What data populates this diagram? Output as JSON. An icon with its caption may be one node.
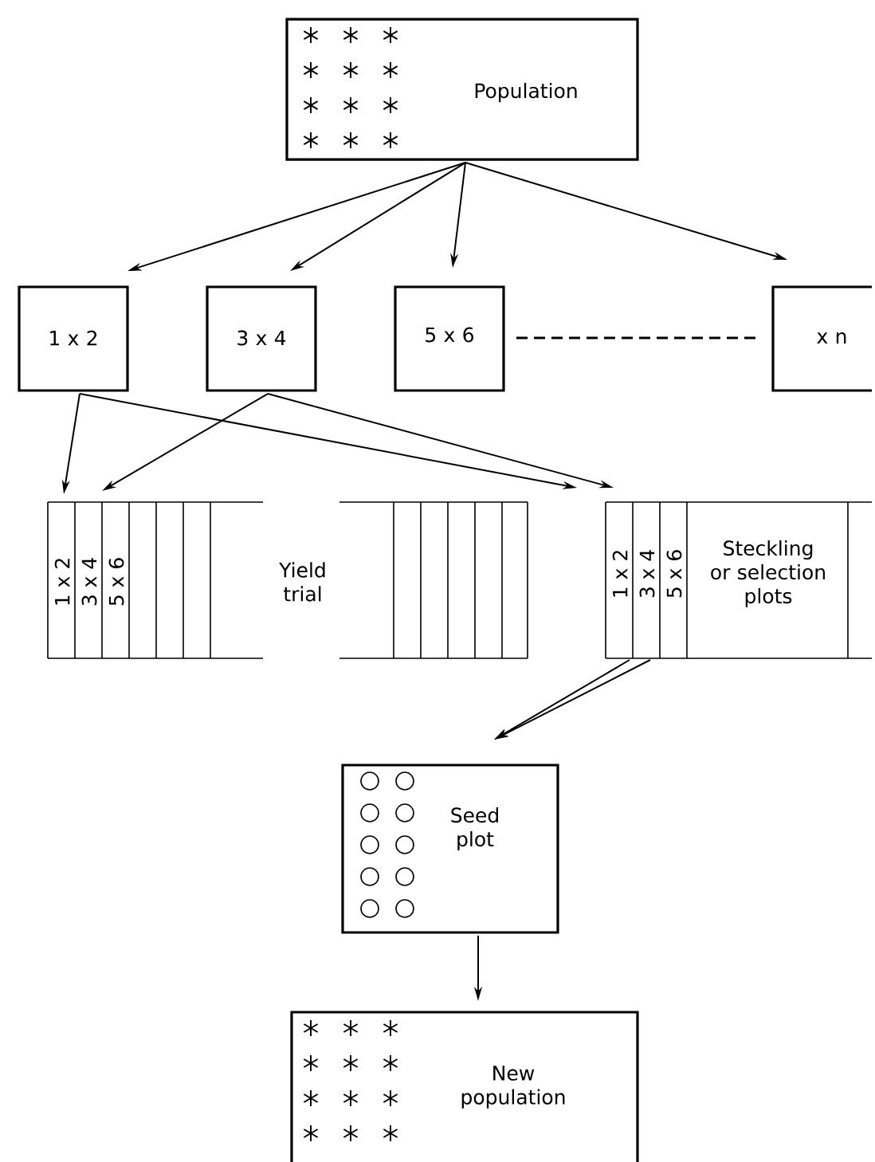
{
  "diagram": {
    "nodes": [
      {
        "text": [
          "Population"
        ]
      },
      {
        "text": [
          "1 x 2"
        ]
      },
      {
        "text": [
          "3 x 4"
        ]
      },
      {
        "text": [
          "5 x 6"
        ]
      },
      {
        "text": [
          "x n"
        ]
      },
      {
        "text": [
          "Yield trial"
        ]
      },
      {
        "text": [
          "Steckling or selection plots"
        ]
      },
      {
        "text": [
          "Seed plot"
        ]
      },
      {
        "text": [
          "New population"
        ]
      }
    ],
    "edges": [
      {
        "from": 0,
        "to": 1,
        "arrow": "to"
      },
      {
        "from": 0,
        "to": 2,
        "arrow": "to"
      },
      {
        "from": 0,
        "to": 3,
        "arrow": "to"
      },
      {
        "from": 0,
        "to": 4,
        "arrow": "to"
      },
      {
        "from": 3,
        "to": 4,
        "arrow": "none",
        "style": "dashed"
      },
      {
        "from": 1,
        "to": 5,
        "arrow": "to"
      },
      {
        "from": 1,
        "to": 6,
        "arrow": "to"
      },
      {
        "from": 2,
        "to": 5,
        "arrow": "to"
      },
      {
        "from": 2,
        "to": 6,
        "arrow": "to"
      },
      {
        "from": 6,
        "to": 7,
        "arrow": "to"
      },
      {
        "from": 6,
        "to": 7,
        "arrow": "to"
      },
      {
        "from": 7,
        "to": 8,
        "arrow": "to"
      }
    ],
    "labels": [
      "1 x 2",
      "3 x 4",
      "5 x 6",
      "1 x 2",
      "3 x 4",
      "5 x 6"
    ]
  }
}
